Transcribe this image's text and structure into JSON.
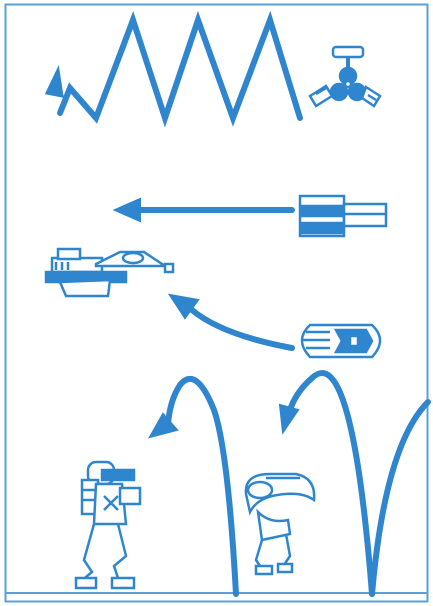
{
  "palette": {
    "ink": "#2f86cf",
    "paper": "#ffffff",
    "border": "#5a9fd6"
  },
  "sections": [
    {
      "name": "zigzag-path",
      "icons": [
        "zigzag-arrow-icon",
        "tri-orb-enemy-icon"
      ]
    },
    {
      "name": "straight-path",
      "icons": [
        "left-arrow-icon",
        "cannon-enemy-icon",
        "hover-tank-enemy-icon"
      ]
    },
    {
      "name": "curved-path",
      "icons": [
        "curved-arrow-icon",
        "capsule-pod-enemy-icon"
      ]
    },
    {
      "name": "bounce-path",
      "icons": [
        "bounce-arrow-icon",
        "armored-soldier-icon",
        "hopper-robot-icon"
      ]
    }
  ]
}
